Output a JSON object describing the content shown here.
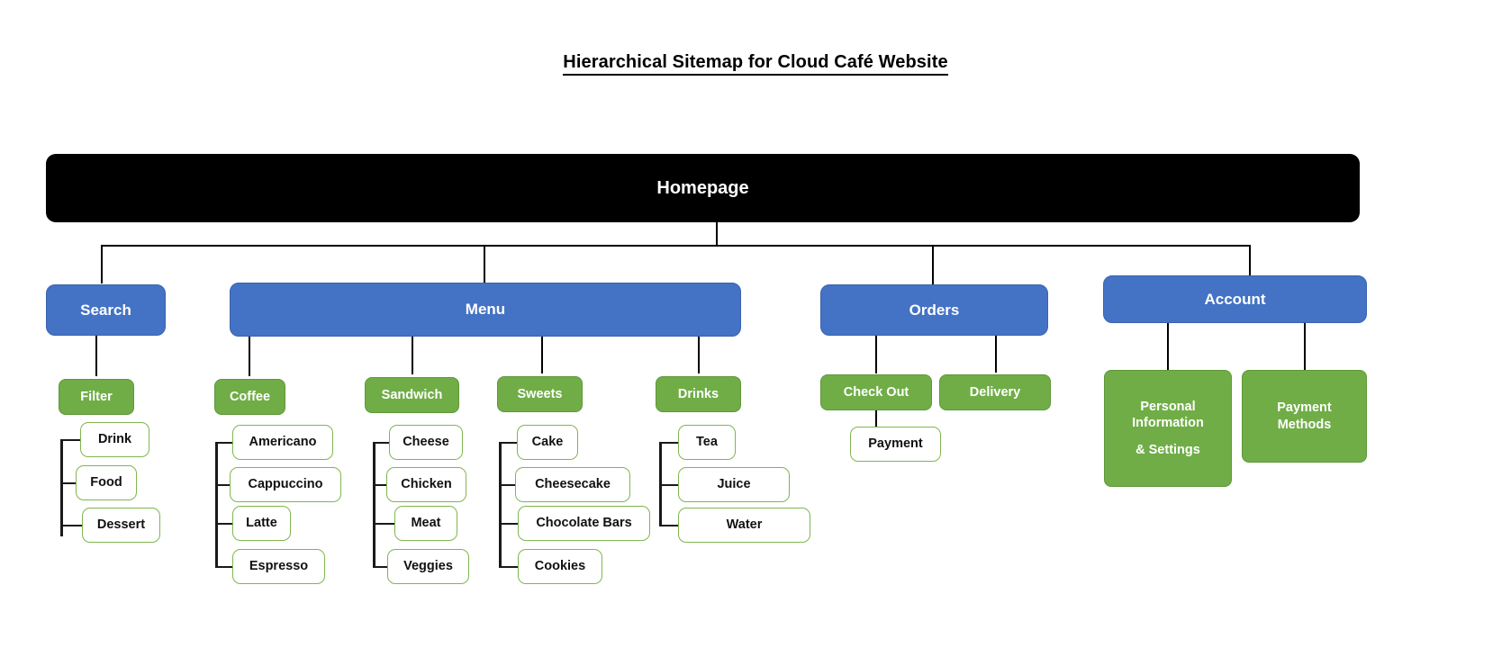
{
  "title": "Hierarchical Sitemap for Cloud Café Website",
  "colors": {
    "root_bg": "#000000",
    "section_bg": "#4472C4",
    "group_bg": "#70AD47",
    "leaf_border": "#7fb64f",
    "leaf_bg": "#ffffff",
    "line": "#000000",
    "page_bg": "#ffffff"
  },
  "root": {
    "label": "Homepage"
  },
  "sections": [
    {
      "label": "Search"
    },
    {
      "label": "Menu"
    },
    {
      "label": "Orders"
    },
    {
      "label": "Account"
    }
  ],
  "groups": [
    {
      "label": "Filter"
    },
    {
      "label": "Coffee"
    },
    {
      "label": "Sandwich"
    },
    {
      "label": "Sweets"
    },
    {
      "label": "Drinks"
    },
    {
      "label": "Check Out"
    },
    {
      "label": "Delivery"
    },
    {
      "label": "Personal Information & Settings"
    },
    {
      "label": "Payment Methods"
    }
  ],
  "personal_info_lines": {
    "line1": "Personal",
    "line2": "Information",
    "line3": "& Settings"
  },
  "payment_methods_lines": {
    "line1": "Payment",
    "line2": "Methods"
  },
  "leaves": {
    "filter": [
      {
        "label": "Drink"
      },
      {
        "label": "Food"
      },
      {
        "label": "Dessert"
      }
    ],
    "coffee": [
      {
        "label": "Americano"
      },
      {
        "label": "Cappuccino"
      },
      {
        "label": "Latte"
      },
      {
        "label": "Espresso"
      }
    ],
    "sandwich": [
      {
        "label": "Cheese"
      },
      {
        "label": "Chicken"
      },
      {
        "label": "Meat"
      },
      {
        "label": "Veggies"
      }
    ],
    "sweets": [
      {
        "label": "Cake"
      },
      {
        "label": "Cheesecake"
      },
      {
        "label": "Chocolate Bars"
      },
      {
        "label": "Cookies"
      }
    ],
    "drinks": [
      {
        "label": "Tea"
      },
      {
        "label": "Juice"
      },
      {
        "label": "Water"
      }
    ],
    "checkout": [
      {
        "label": "Payment"
      }
    ]
  }
}
